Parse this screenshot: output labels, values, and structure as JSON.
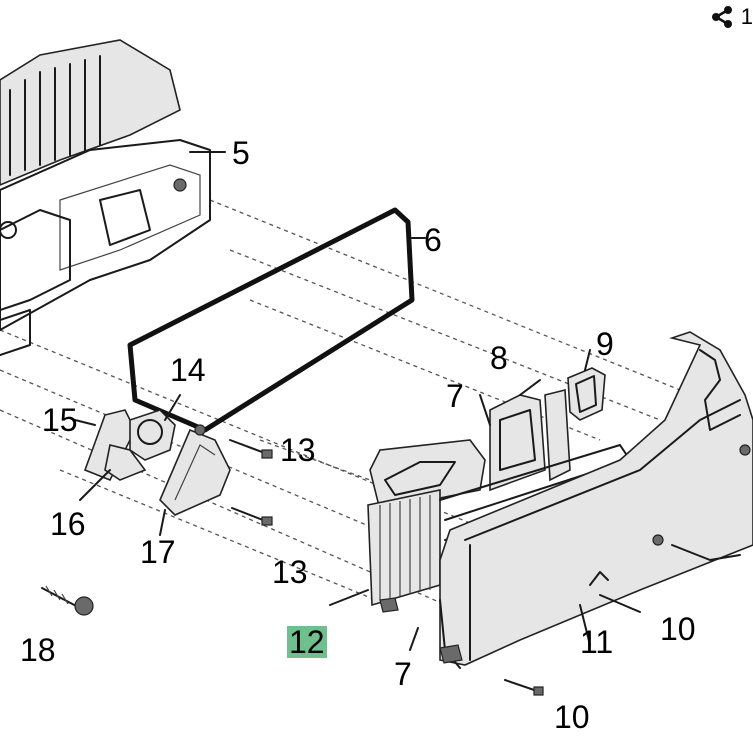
{
  "share": {
    "icon": "share-icon",
    "count": "1"
  },
  "callouts": [
    {
      "id": "c5",
      "text": "5"
    },
    {
      "id": "c6",
      "text": "6"
    },
    {
      "id": "c7a",
      "text": "7"
    },
    {
      "id": "c8",
      "text": "8"
    },
    {
      "id": "c9",
      "text": "9"
    },
    {
      "id": "c14",
      "text": "14"
    },
    {
      "id": "c15",
      "text": "15"
    },
    {
      "id": "c13a",
      "text": "13"
    },
    {
      "id": "c16",
      "text": "16"
    },
    {
      "id": "c17",
      "text": "17"
    },
    {
      "id": "c13b",
      "text": "13"
    },
    {
      "id": "c12",
      "text": "12",
      "highlighted": true
    },
    {
      "id": "c18",
      "text": "18"
    },
    {
      "id": "c10a",
      "text": "10"
    },
    {
      "id": "c11",
      "text": "11"
    },
    {
      "id": "c7b",
      "text": "7"
    },
    {
      "id": "c10b",
      "text": "10"
    }
  ],
  "highlight_color": "#6fbf8f"
}
